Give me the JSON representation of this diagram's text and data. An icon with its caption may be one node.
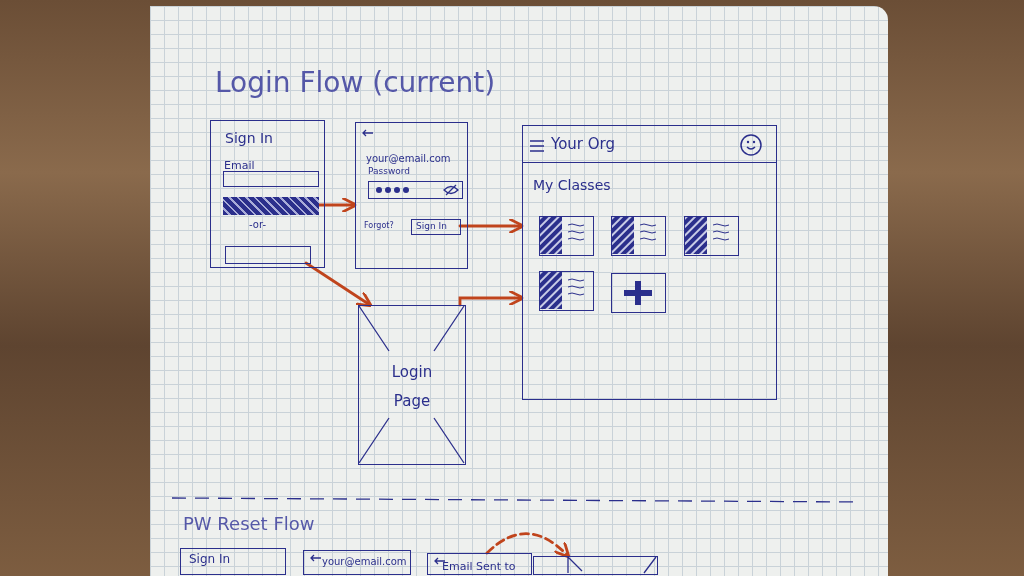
{
  "diagram": {
    "title": "Login Flow (current)",
    "nodes": [
      {
        "text": [
          "Sign In",
          "Email",
          "-or-"
        ]
      },
      {
        "text": [],
        "shape": "box",
        "in": 0
      },
      {
        "text": [],
        "shape": "bar",
        "in": 0
      },
      {
        "text": [],
        "shape": "box",
        "in": 0
      },
      {
        "text": [
          "your@email.com",
          "Password",
          "Forgot?"
        ]
      },
      {
        "text": [],
        "shape": "box",
        "in": 4
      },
      {
        "text": [
          "Sign In"
        ],
        "in": 4
      },
      {
        "text": [
          "Login Page"
        ]
      },
      {
        "text": [
          "Your Org",
          "My Classes"
        ]
      },
      {
        "text": [],
        "shape": "box",
        "in": 8
      },
      {
        "text": [],
        "shape": "box",
        "in": 8
      },
      {
        "text": [],
        "shape": "box",
        "in": 8
      },
      {
        "text": [],
        "shape": "box",
        "in": 8
      },
      {
        "text": [],
        "shape": "box",
        "in": 8
      },
      {
        "text": [
          "Sign In"
        ]
      },
      {
        "text": [
          "your@email.com"
        ]
      },
      {
        "text": [
          "Email Sent to"
        ]
      },
      {
        "text": [],
        "shape": "box"
      }
    ],
    "edges": [
      {
        "from": 2,
        "to": 4,
        "arrow": "to"
      },
      {
        "from": 6,
        "to": 8,
        "arrow": "to"
      },
      {
        "from": 3,
        "to": 7,
        "arrow": "to"
      },
      {
        "from": 7,
        "to": 8,
        "arrow": "to"
      },
      {
        "from": 16,
        "to": 17,
        "arrow": "to",
        "style": "dashed"
      }
    ],
    "labels": [
      "PW Reset Flow"
    ]
  }
}
